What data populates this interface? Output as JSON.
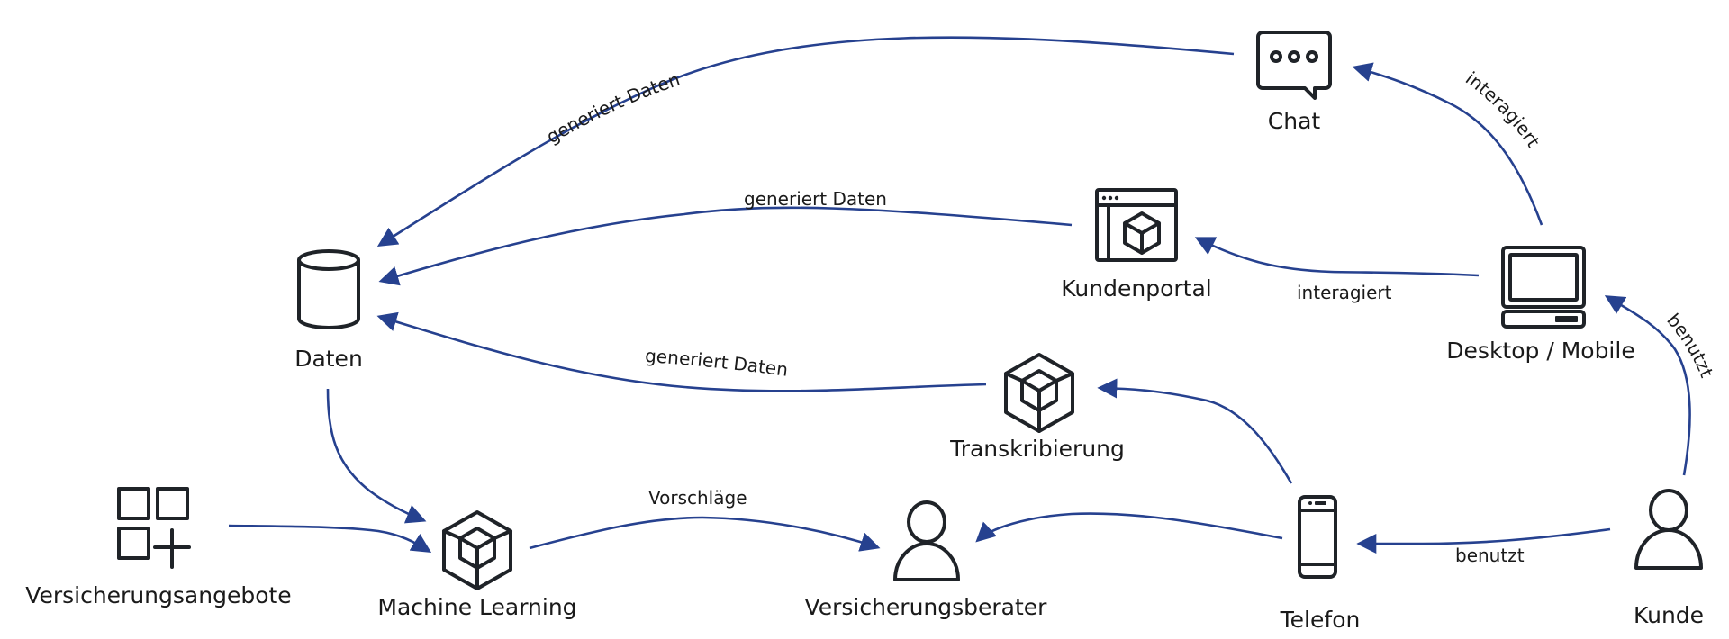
{
  "diagram": {
    "colors": {
      "edge": "#26418f",
      "icon": "#1f2328",
      "text": "#1a1a1a",
      "background": "#ffffff"
    },
    "nodes": {
      "chat": {
        "label": "Chat",
        "icon": "chat-bubble-icon"
      },
      "kundenportal": {
        "label": "Kundenportal",
        "icon": "browser-window-cube-icon"
      },
      "desktop": {
        "label": "Desktop / Mobile",
        "icon": "desktop-computer-icon"
      },
      "daten": {
        "label": "Daten",
        "icon": "database-cylinder-icon"
      },
      "transkribierung": {
        "label": "Transkribierung",
        "icon": "nested-cube-icon"
      },
      "versicherungsangebote": {
        "label": "Versicherungsangebote",
        "icon": "add-grid-icon"
      },
      "machine_learning": {
        "label": "Machine Learning",
        "icon": "nested-cube-icon"
      },
      "versicherungsberater": {
        "label": "Versicherungsberater",
        "icon": "user-icon"
      },
      "telefon": {
        "label": "Telefon",
        "icon": "smartphone-icon"
      },
      "kunde": {
        "label": "Kunde",
        "icon": "user-icon"
      }
    },
    "edges": [
      {
        "from": "chat",
        "to": "daten",
        "label": "generiert Daten"
      },
      {
        "from": "kundenportal",
        "to": "daten",
        "label": "generiert Daten"
      },
      {
        "from": "transkribierung",
        "to": "daten",
        "label": "generiert Daten"
      },
      {
        "from": "desktop",
        "to": "chat",
        "label": "interagiert"
      },
      {
        "from": "desktop",
        "to": "kundenportal",
        "label": "interagiert"
      },
      {
        "from": "kunde",
        "to": "desktop",
        "label": "benutzt"
      },
      {
        "from": "kunde",
        "to": "telefon",
        "label": "benutzt"
      },
      {
        "from": "telefon",
        "to": "transkribierung",
        "label": ""
      },
      {
        "from": "telefon",
        "to": "versicherungsberater",
        "label": ""
      },
      {
        "from": "machine_learning",
        "to": "versicherungsberater",
        "label": "Vorschläge"
      },
      {
        "from": "daten",
        "to": "machine_learning",
        "label": ""
      },
      {
        "from": "versicherungsangebote",
        "to": "machine_learning",
        "label": ""
      }
    ]
  }
}
